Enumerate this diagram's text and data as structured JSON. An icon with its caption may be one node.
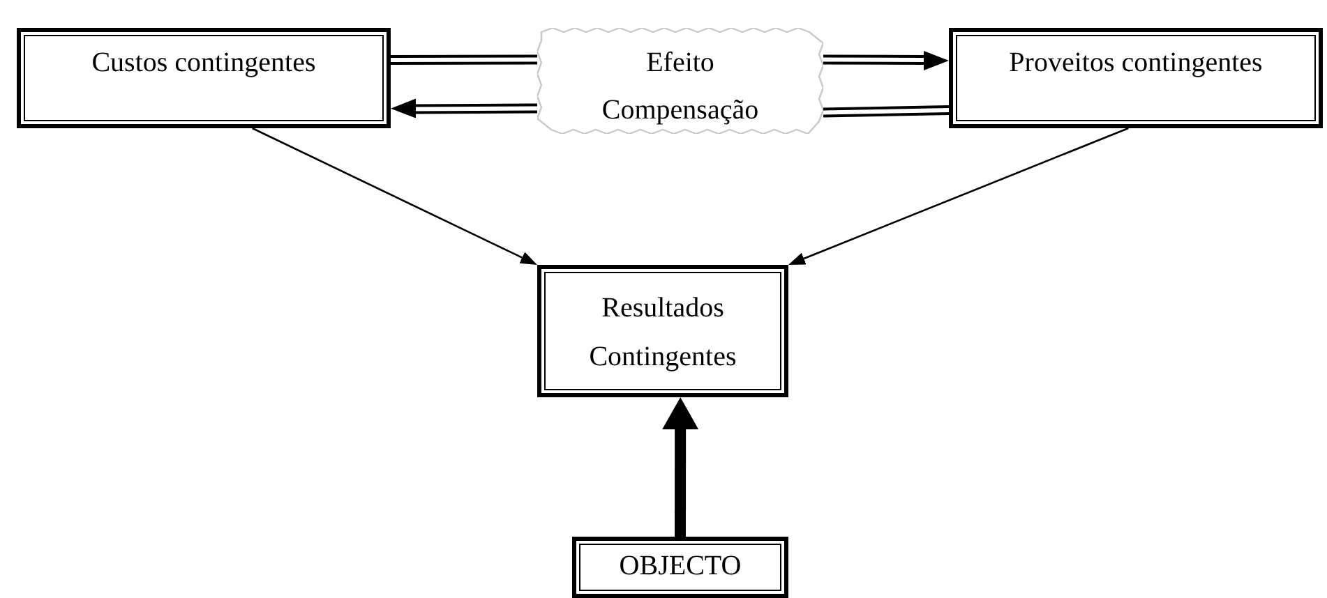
{
  "diagram": {
    "nodes": [
      {
        "text": [
          "Custos contingentes"
        ]
      },
      {
        "text": [
          "Efeito Compensação"
        ]
      },
      {
        "text": [
          "Proveitos contingentes"
        ]
      },
      {
        "text": [
          "Resultados Contingentes"
        ]
      },
      {
        "text": [
          "OBJECTO"
        ]
      }
    ],
    "edges": [
      {
        "from": 0,
        "to": 1,
        "arrow": "none"
      },
      {
        "from": 1,
        "to": 2,
        "arrow": "to"
      },
      {
        "from": 2,
        "to": 1,
        "arrow": "none"
      },
      {
        "from": 1,
        "to": 0,
        "arrow": "to"
      },
      {
        "from": 0,
        "to": 3,
        "arrow": "to"
      },
      {
        "from": 2,
        "to": 3,
        "arrow": "to"
      },
      {
        "from": 4,
        "to": 3,
        "arrow": "to",
        "style": "thick"
      }
    ]
  }
}
